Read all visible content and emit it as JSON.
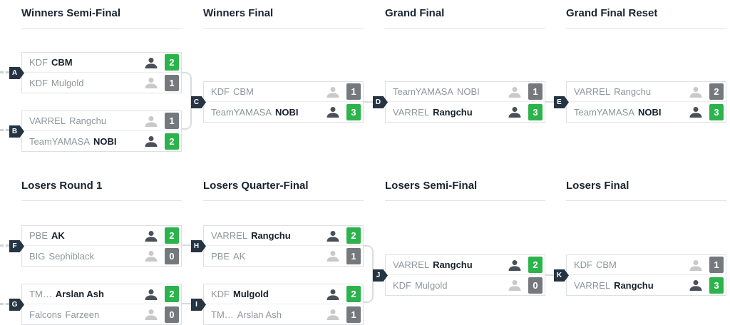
{
  "rounds": [
    {
      "title": "Winners Semi-Final"
    },
    {
      "title": "Winners Final"
    },
    {
      "title": "Grand Final"
    },
    {
      "title": "Grand Final Reset"
    },
    {
      "title": "Losers Round 1"
    },
    {
      "title": "Losers Quarter-Final"
    },
    {
      "title": "Losers Semi-Final"
    },
    {
      "title": "Losers Final"
    }
  ],
  "matches": [
    {
      "label": "A",
      "players": [
        {
          "team": "KDF",
          "name": "CBM",
          "score": "2",
          "winner": true
        },
        {
          "team": "KDF",
          "name": "Mulgold",
          "score": "1",
          "winner": false
        }
      ]
    },
    {
      "label": "B",
      "players": [
        {
          "team": "VARREL",
          "name": "Rangchu",
          "score": "1",
          "winner": false
        },
        {
          "team": "TeamYAMASA",
          "name": "NOBI",
          "score": "2",
          "winner": true
        }
      ]
    },
    {
      "label": "C",
      "players": [
        {
          "team": "KDF",
          "name": "CBM",
          "score": "1",
          "winner": false
        },
        {
          "team": "TeamYAMASA",
          "name": "NOBI",
          "score": "3",
          "winner": true
        }
      ]
    },
    {
      "label": "D",
      "players": [
        {
          "team": "TeamYAMASA",
          "name": "NOBI",
          "score": "1",
          "winner": false
        },
        {
          "team": "VARREL",
          "name": "Rangchu",
          "score": "3",
          "winner": true
        }
      ]
    },
    {
      "label": "E",
      "players": [
        {
          "team": "VARREL",
          "name": "Rangchu",
          "score": "2",
          "winner": false
        },
        {
          "team": "TeamYAMASA",
          "name": "NOBI",
          "score": "3",
          "winner": true
        }
      ]
    },
    {
      "label": "F",
      "players": [
        {
          "team": "PBE",
          "name": "AK",
          "score": "2",
          "winner": true
        },
        {
          "team": "BIG",
          "name": "Sephiblack",
          "score": "0",
          "winner": false
        }
      ]
    },
    {
      "label": "G",
      "players": [
        {
          "team": "TM…",
          "name": "Arslan Ash",
          "score": "2",
          "winner": true
        },
        {
          "team": "Falcons",
          "name": "Farzeen",
          "score": "0",
          "winner": false
        }
      ]
    },
    {
      "label": "H",
      "players": [
        {
          "team": "VARREL",
          "name": "Rangchu",
          "score": "2",
          "winner": true
        },
        {
          "team": "PBE",
          "name": "AK",
          "score": "1",
          "winner": false
        }
      ]
    },
    {
      "label": "I",
      "players": [
        {
          "team": "KDF",
          "name": "Mulgold",
          "score": "2",
          "winner": true
        },
        {
          "team": "TM…",
          "name": "Arslan Ash",
          "score": "1",
          "winner": false
        }
      ]
    },
    {
      "label": "J",
      "players": [
        {
          "team": "VARREL",
          "name": "Rangchu",
          "score": "2",
          "winner": true
        },
        {
          "team": "KDF",
          "name": "Mulgold",
          "score": "0",
          "winner": false
        }
      ]
    },
    {
      "label": "K",
      "players": [
        {
          "team": "KDF",
          "name": "CBM",
          "score": "1",
          "winner": false
        },
        {
          "team": "VARREL",
          "name": "Rangchu",
          "score": "3",
          "winner": true
        }
      ]
    }
  ],
  "colors": {
    "winner_score_bg": "#2cb34c",
    "loser_score_bg": "#75797d",
    "badge_bg": "#253443",
    "header_text": "#1a2530",
    "muted_text": "#8f969c"
  }
}
